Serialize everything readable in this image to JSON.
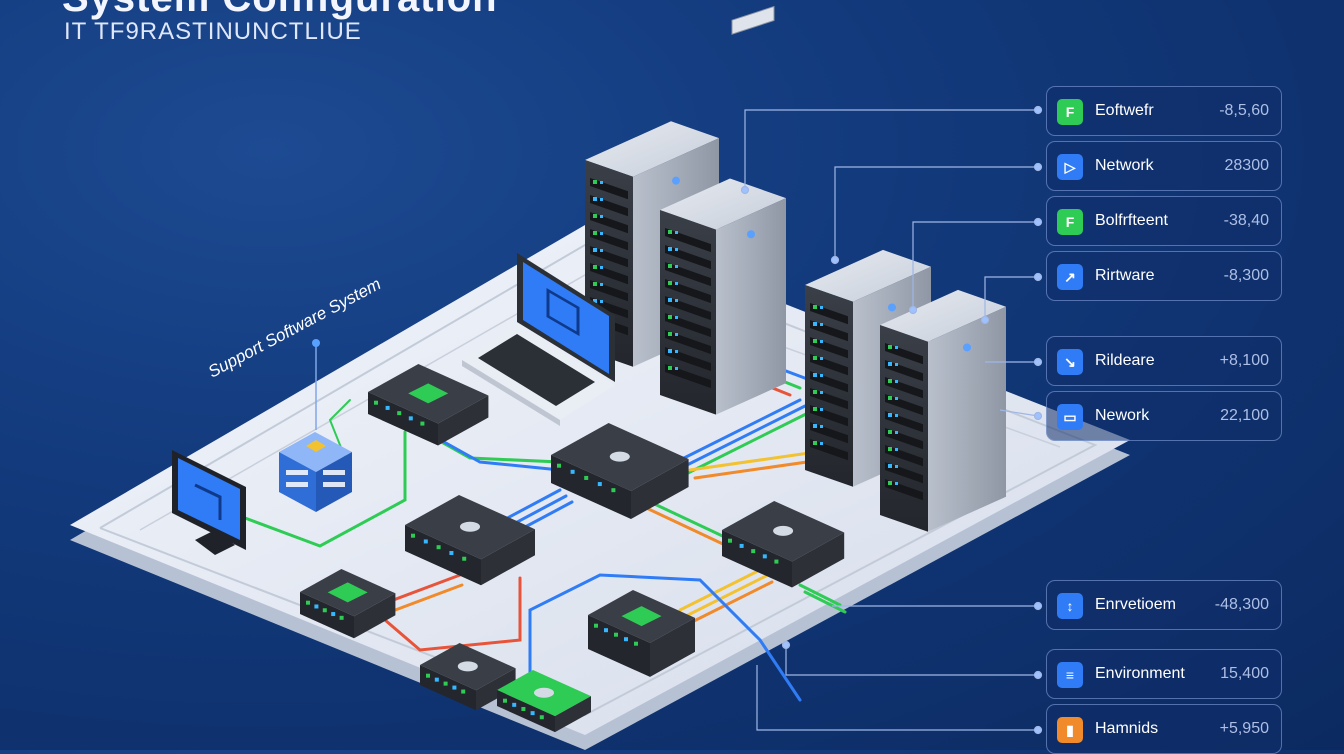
{
  "title": "System Configuration",
  "subtitle": "IT TF9RASTINUNCTLIUE",
  "platform_label": "Support Software System",
  "colors": {
    "background": "#123a7c",
    "accent_green": "#2ecc55",
    "accent_blue": "#2f7cf6",
    "accent_orange": "#f08a2a",
    "wire_red": "#e8543a",
    "wire_yellow": "#f2c230"
  },
  "panels": [
    {
      "label": "Eoftwefr",
      "value": "-8,5,60",
      "icon": "green",
      "icon_glyph": "F"
    },
    {
      "label": "Network",
      "value": "28300",
      "icon": "blue",
      "icon_glyph": "▷"
    },
    {
      "label": "Bolfrfteent",
      "value": "-38,40",
      "icon": "green",
      "icon_glyph": "F"
    },
    {
      "label": "Rirtware",
      "value": "-8,300",
      "icon": "blue",
      "icon_glyph": "↗"
    },
    {
      "label": "Rildeare",
      "value": "+8,100",
      "icon": "blue",
      "icon_glyph": "↘"
    },
    {
      "label": "Nework",
      "value": "22,100",
      "icon": "blue",
      "icon_glyph": "▭"
    },
    {
      "label": "Enrvetioem",
      "value": "-48,300",
      "icon": "blue",
      "icon_glyph": "↕"
    },
    {
      "label": "Environment",
      "value": "15,400",
      "icon": "blue",
      "icon_glyph": "≡"
    },
    {
      "label": "Hamnids",
      "value": "+5,950",
      "icon": "orange",
      "icon_glyph": "▮"
    }
  ]
}
